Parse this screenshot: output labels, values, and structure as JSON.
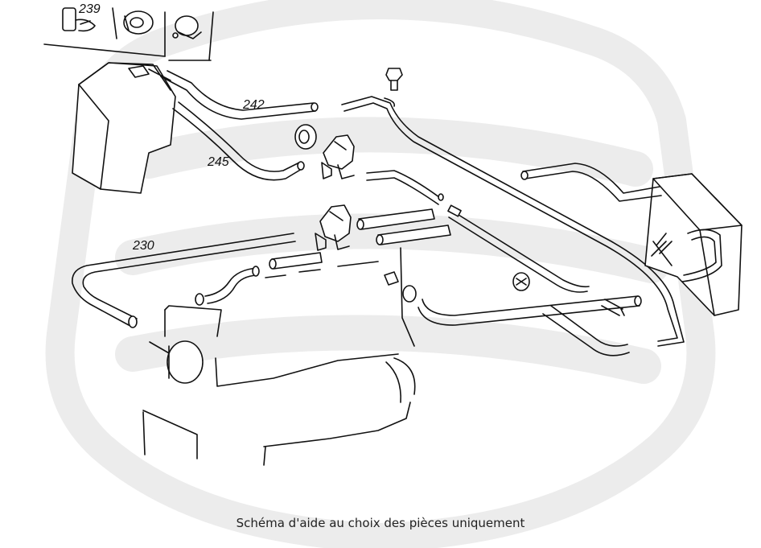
{
  "part_labels": {
    "p239": "239",
    "p242": "242",
    "p245": "245",
    "p230": "230"
  },
  "caption": "Schéma d'aide au choix des pièces uniquement",
  "colors": {
    "line": "#111111",
    "watermark": "#ececec",
    "background": "#ffffff"
  }
}
